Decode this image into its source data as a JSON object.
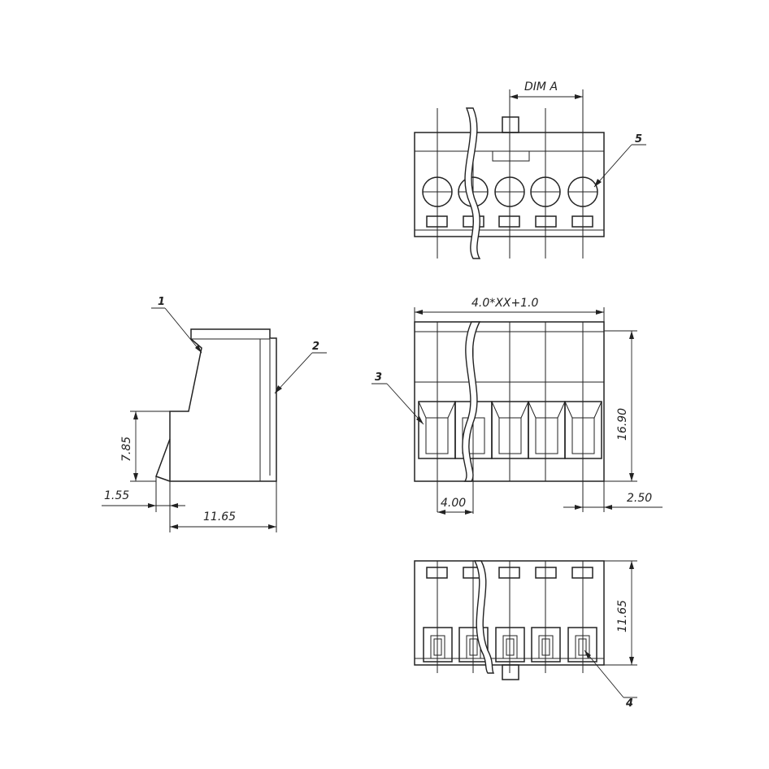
{
  "drawing": {
    "dimensions": {
      "dim_a": "DIM A",
      "overall_length": "4.0*XX+1.0",
      "height_side": "16.90",
      "pitch": "4.00",
      "edge_offset": "2.50",
      "height_bottom": "11.65",
      "side_height": "7.85",
      "side_offset": "1.55",
      "side_depth": "11.65"
    },
    "callouts": {
      "c1": "1",
      "c2": "2",
      "c3": "3",
      "c4": "4",
      "c5": "5"
    }
  }
}
